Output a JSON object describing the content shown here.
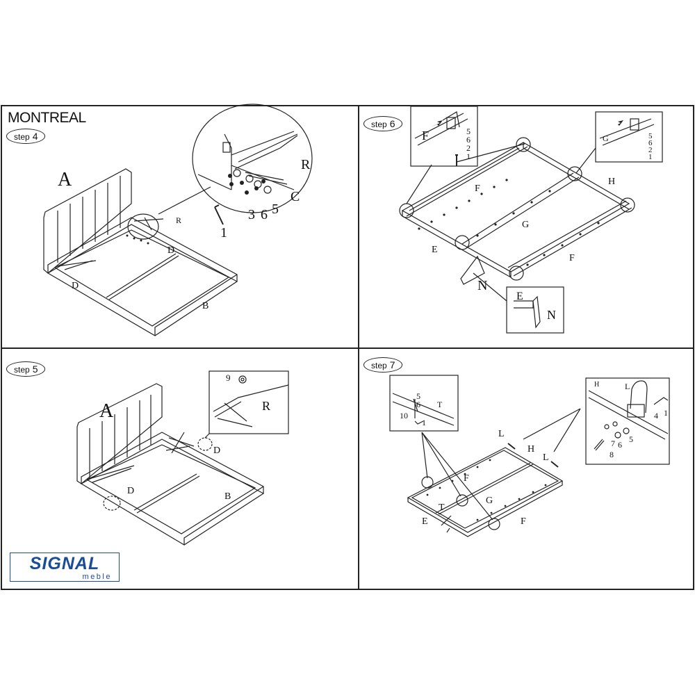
{
  "document": {
    "title": "MONTREAL",
    "brand": {
      "name": "SIGNAL",
      "sub": "meble",
      "color": "#1a4c9a"
    }
  },
  "steps": [
    {
      "word": "step",
      "number": "4"
    },
    {
      "word": "step",
      "number": "6"
    },
    {
      "word": "step",
      "number": "5"
    },
    {
      "word": "step",
      "number": "7"
    }
  ],
  "step4": {
    "labels": [
      "A",
      "R",
      "D",
      "D",
      "B",
      "R",
      "C",
      "1",
      "3",
      "6",
      "5"
    ]
  },
  "step6": {
    "labels": [
      "F",
      "F",
      "H",
      "G",
      "E",
      "N",
      "F",
      "E",
      "N",
      "G"
    ],
    "hardware_left": [
      "5",
      "6",
      "2",
      "1"
    ],
    "hardware_right": [
      "5",
      "6",
      "2",
      "1"
    ]
  },
  "step5": {
    "labels": [
      "A",
      "9",
      "R",
      "D",
      "D",
      "B"
    ]
  },
  "step7": {
    "labels": [
      "L",
      "H",
      "L",
      "F",
      "G",
      "T",
      "E",
      "F",
      "T",
      "H",
      "L"
    ],
    "hardware_left": [
      "5",
      "6",
      "10",
      "1"
    ],
    "hardware_right": [
      "4",
      "1",
      "5",
      "7",
      "6",
      "8"
    ]
  }
}
